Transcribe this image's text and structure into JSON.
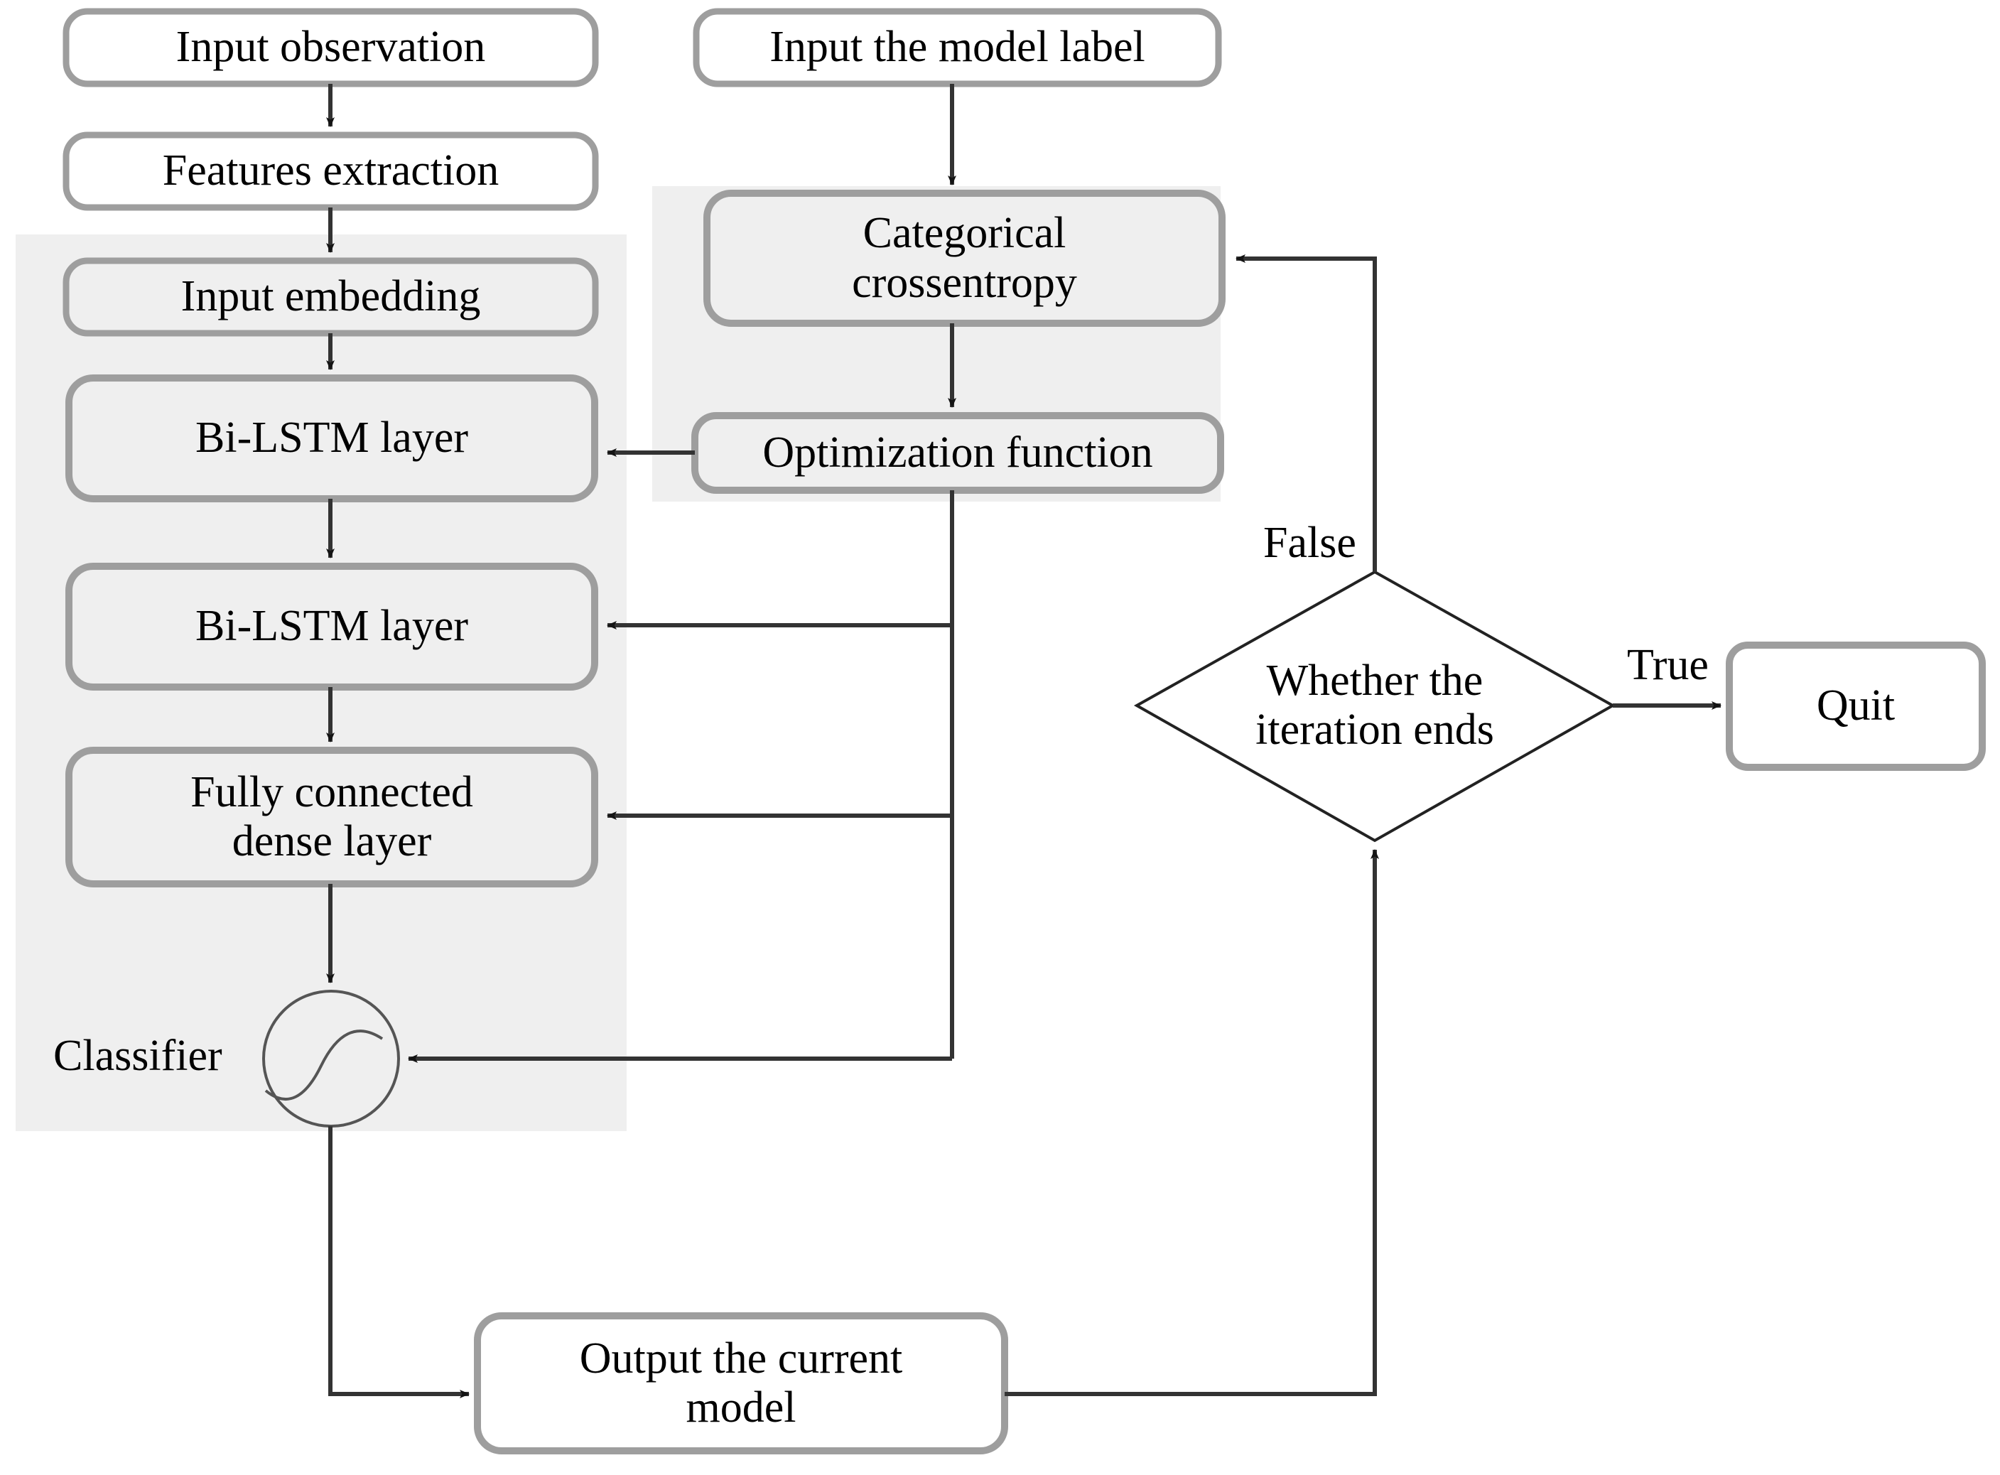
{
  "diagram": {
    "title": "Bi-LSTM model training flowchart",
    "colors": {
      "box_border": "#9e9e9e",
      "box_fill_white": "#ffffff",
      "group_fill": "#efefef",
      "arrow": "#333333",
      "diamond_border": "#222222",
      "text": "#000000"
    },
    "groups": [
      {
        "id": "model-group",
        "name": "model-pipeline-group"
      },
      {
        "id": "loss-group",
        "name": "loss-optimization-group"
      }
    ],
    "nodes": [
      {
        "id": "input-observation",
        "label": "Input observation",
        "shape": "rounded-rect"
      },
      {
        "id": "features-extraction",
        "label": "Features  extraction",
        "shape": "rounded-rect"
      },
      {
        "id": "input-embedding",
        "label": "Input embedding",
        "shape": "rounded-rect"
      },
      {
        "id": "bilstm-layer-1",
        "label": "Bi-LSTM layer",
        "shape": "rounded-rect"
      },
      {
        "id": "bilstm-layer-2",
        "label": "Bi-LSTM layer",
        "shape": "rounded-rect"
      },
      {
        "id": "dense-layer",
        "label": "Fully connected\ndense layer",
        "shape": "rounded-rect"
      },
      {
        "id": "classifier",
        "label": "Classifier",
        "shape": "circle-sigmoid"
      },
      {
        "id": "input-model-label",
        "label": "Input the model label",
        "shape": "rounded-rect"
      },
      {
        "id": "categorical-crossentropy",
        "label": "Categorical\ncrossentropy",
        "shape": "rounded-rect"
      },
      {
        "id": "optimization-function",
        "label": "Optimization function",
        "shape": "rounded-rect"
      },
      {
        "id": "iteration-decision",
        "label": "Whether the\niteration ends",
        "shape": "diamond"
      },
      {
        "id": "quit",
        "label": "Quit",
        "shape": "rounded-rect"
      },
      {
        "id": "output-current-model",
        "label": "Output the current\nmodel",
        "shape": "rounded-rect"
      }
    ],
    "edge_labels": [
      {
        "id": "false-branch",
        "label": "False"
      },
      {
        "id": "true-branch",
        "label": "True"
      }
    ]
  }
}
